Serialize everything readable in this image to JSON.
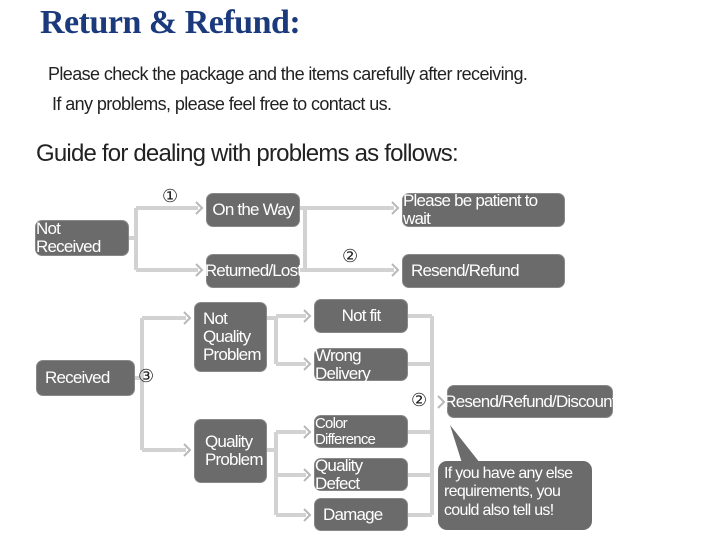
{
  "header": {
    "title": "Return & Refund:",
    "lines": [
      "Please check the package and the items carefully after receiving.",
      "If any problems, please feel free to contact us."
    ],
    "guide": "Guide for dealing with problems as follows:"
  },
  "flow": {
    "not_received": "Not Received",
    "on_the_way": "On the Way",
    "returned_lost": "Returned/Lost",
    "patient": "Please be patient to wait",
    "resend_refund": "Resend/Refund",
    "received": "Received",
    "not_quality_problem": "Not Quality Problem",
    "quality_problem": "Quality Problem",
    "not_fit": "Not fit",
    "wrong_delivery": "Wrong Delivery",
    "color_difference": "Color Difference",
    "quality_defect": "Quality Defect",
    "damage": "Damage",
    "resend_refund_discount": "Resend/Refund/Discount",
    "note": "If you have any else requirements, you could also tell us!",
    "markers": {
      "one": "①",
      "two": "②",
      "three": "③"
    }
  },
  "colors": {
    "title": "#1b3a7c",
    "box": "#6b6b6b",
    "connector": "#d2d2d2"
  }
}
